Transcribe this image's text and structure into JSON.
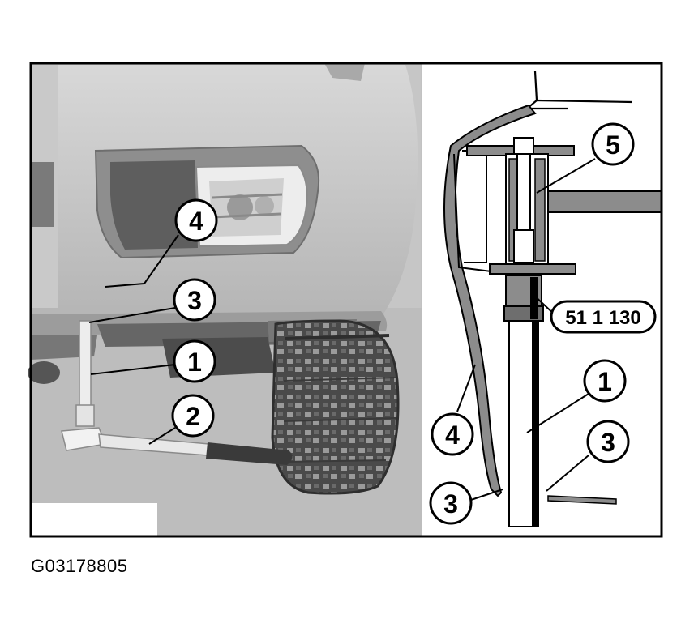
{
  "callouts": {
    "left_4": "4",
    "left_3": "3",
    "left_1": "1",
    "left_2": "2",
    "right_5": "5",
    "right_1": "1",
    "right_4": "4",
    "right_3_lower": "3",
    "right_3_upper": "3"
  },
  "special_tool_label": "51 1 130",
  "figure_code": "G03178805"
}
